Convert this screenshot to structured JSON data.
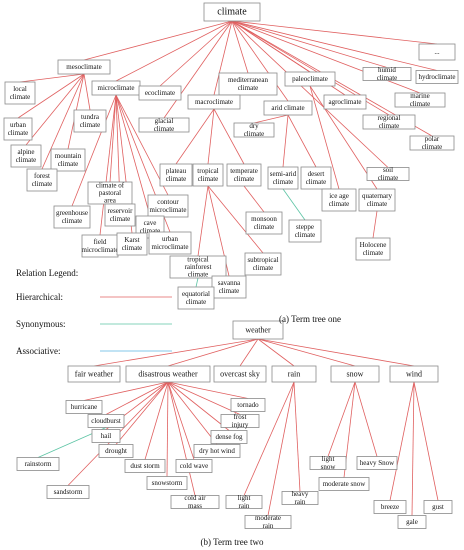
{
  "colors": {
    "hierarchical": "#e06060",
    "synonymous": "#5cc4a4",
    "associative": "#5ab4e0"
  },
  "legend": {
    "title": "Relation Legend:",
    "hierarchical": "Hierarchical:",
    "synonymous": "Synonymous:",
    "associative": "Associative:"
  },
  "captions": {
    "tree_one": "(a) Term tree one",
    "tree_two": "(b) Term tree two"
  },
  "nodes": {
    "climate": "climate",
    "mesoclimate": "mesoclimate",
    "microclimate": "microclimate",
    "ecoclimate": "ecoclimate",
    "mediterranean": "mediterranean climate",
    "paleoclimate": "paleoclimate",
    "humid": "humid climate",
    "hydroclimate": "hydroclimate",
    "dots": "...",
    "local": "local climate",
    "tundra": "tundra climate",
    "urban": "urban climate",
    "alpine": "alpine climate",
    "mountain": "mountain climate",
    "forest": "forest climate",
    "glacial": "glacial climate",
    "macroclimate": "macroclimate",
    "arid": "arid climate",
    "agroclimate": "agroclimate",
    "marine": "marine climate",
    "regional": "regional climate",
    "polar": "polar climate",
    "dry": "dry climate",
    "plateau": "plateau climate",
    "tropical": "tropical climate",
    "temperate": "temperate climate",
    "semiarid": "semi-arid climate",
    "desert": "desert climate",
    "soil": "soil climate",
    "pastoral": "climate of pastoral area",
    "contour": "contour microclimate",
    "greenhouse": "greenhouse climate",
    "reservoir": "reservoir climate",
    "cave": "cave climate",
    "iceage": "ice age climate",
    "quaternary": "quaternary climate",
    "monsoon": "monsoon climate",
    "steppe": "steppe climate",
    "field": "field microclimate",
    "karst": "Karst climate",
    "urbanmicro": "urban microclimate",
    "holocene": "Holocene climate",
    "rainforest": "tropical rainforest climate",
    "subtropical": "subtropical climate",
    "savanna": "savanna climate",
    "equatorial": "equatorial climate",
    "weather": "weather",
    "fair": "fair weather",
    "disastrous": "disastrous weather",
    "overcast": "overcast sky",
    "rain": "rain",
    "snow": "snow",
    "wind": "wind",
    "hurricane": "hurricane",
    "cloudburst": "cloudburst",
    "hail": "hail",
    "drought": "drought",
    "tornado": "tornado",
    "frost": "frost injury",
    "densefog": "dense fog",
    "dryhot": "dry hot wind",
    "rainstorm": "rainstorm",
    "duststorm": "dust storm",
    "coldwave": "cold wave",
    "snowstorm": "snowstorm",
    "sandstorm": "sandstorm",
    "coldair": "cold air mass",
    "lightsnow": "light snow",
    "heavysnow": "heavy Snow",
    "moderatesnow": "moderate snow",
    "heavyrain": "heavy rain",
    "lightrain": "light rain",
    "moderaterain": "moderate rain",
    "breeze": "breeze",
    "gust": "gust",
    "gale": "gale"
  }
}
